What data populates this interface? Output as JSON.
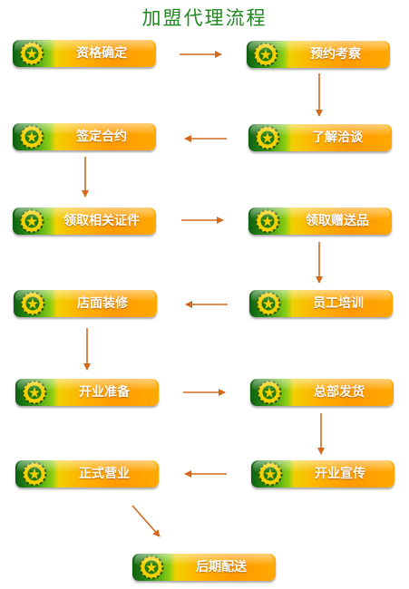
{
  "title": "加盟代理流程",
  "steps": [
    {
      "id": "s1",
      "label": "资格确定"
    },
    {
      "id": "s2",
      "label": "预约考察"
    },
    {
      "id": "s3",
      "label": "了解洽谈"
    },
    {
      "id": "s4",
      "label": "签定合约"
    },
    {
      "id": "s5",
      "label": "领取相关证件"
    },
    {
      "id": "s6",
      "label": "领取赠送品"
    },
    {
      "id": "s7",
      "label": "员工培训"
    },
    {
      "id": "s8",
      "label": "店面装修"
    },
    {
      "id": "s9",
      "label": "开业准备"
    },
    {
      "id": "s10",
      "label": "总部发货"
    },
    {
      "id": "s11",
      "label": "开业宣传"
    },
    {
      "id": "s12",
      "label": "正式营业"
    },
    {
      "id": "s13",
      "label": "后期配送"
    }
  ],
  "flow": [
    [
      "s1",
      "s2"
    ],
    [
      "s2",
      "s3"
    ],
    [
      "s3",
      "s4"
    ],
    [
      "s4",
      "s5"
    ],
    [
      "s5",
      "s6"
    ],
    [
      "s6",
      "s7"
    ],
    [
      "s7",
      "s8"
    ],
    [
      "s8",
      "s9"
    ],
    [
      "s9",
      "s10"
    ],
    [
      "s10",
      "s11"
    ],
    [
      "s11",
      "s12"
    ],
    [
      "s12",
      "s13"
    ]
  ],
  "colors": {
    "title": "#1f8a1f",
    "arrow": "#d2691e",
    "box_green": "#2f9618",
    "box_orange": "#ff9a00"
  },
  "icons": {
    "step_emblem": "gear-emblem-icon"
  }
}
